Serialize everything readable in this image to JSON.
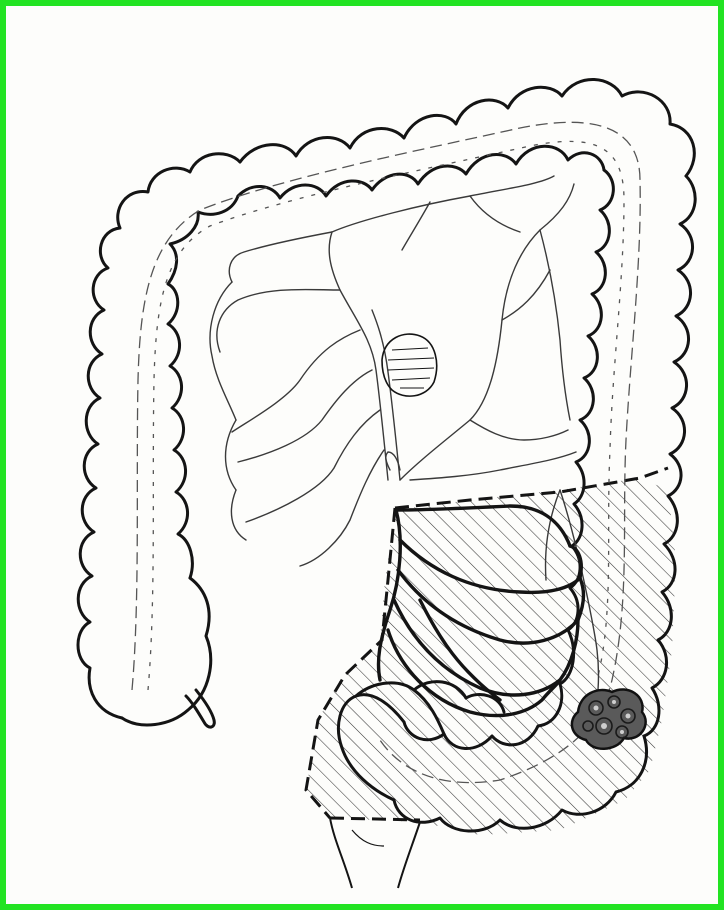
{
  "figure": {
    "frame_color": "#22e322",
    "line_color": "#141414",
    "paper_color": "#fdfdfb",
    "hatch": "diagonal",
    "parts": [
      "ascending-colon",
      "transverse-colon",
      "descending-colon",
      "sigmoid-colon",
      "rectum",
      "cecum",
      "appendix",
      "mesenteric-vessels",
      "resection-zone",
      "tumor"
    ]
  }
}
